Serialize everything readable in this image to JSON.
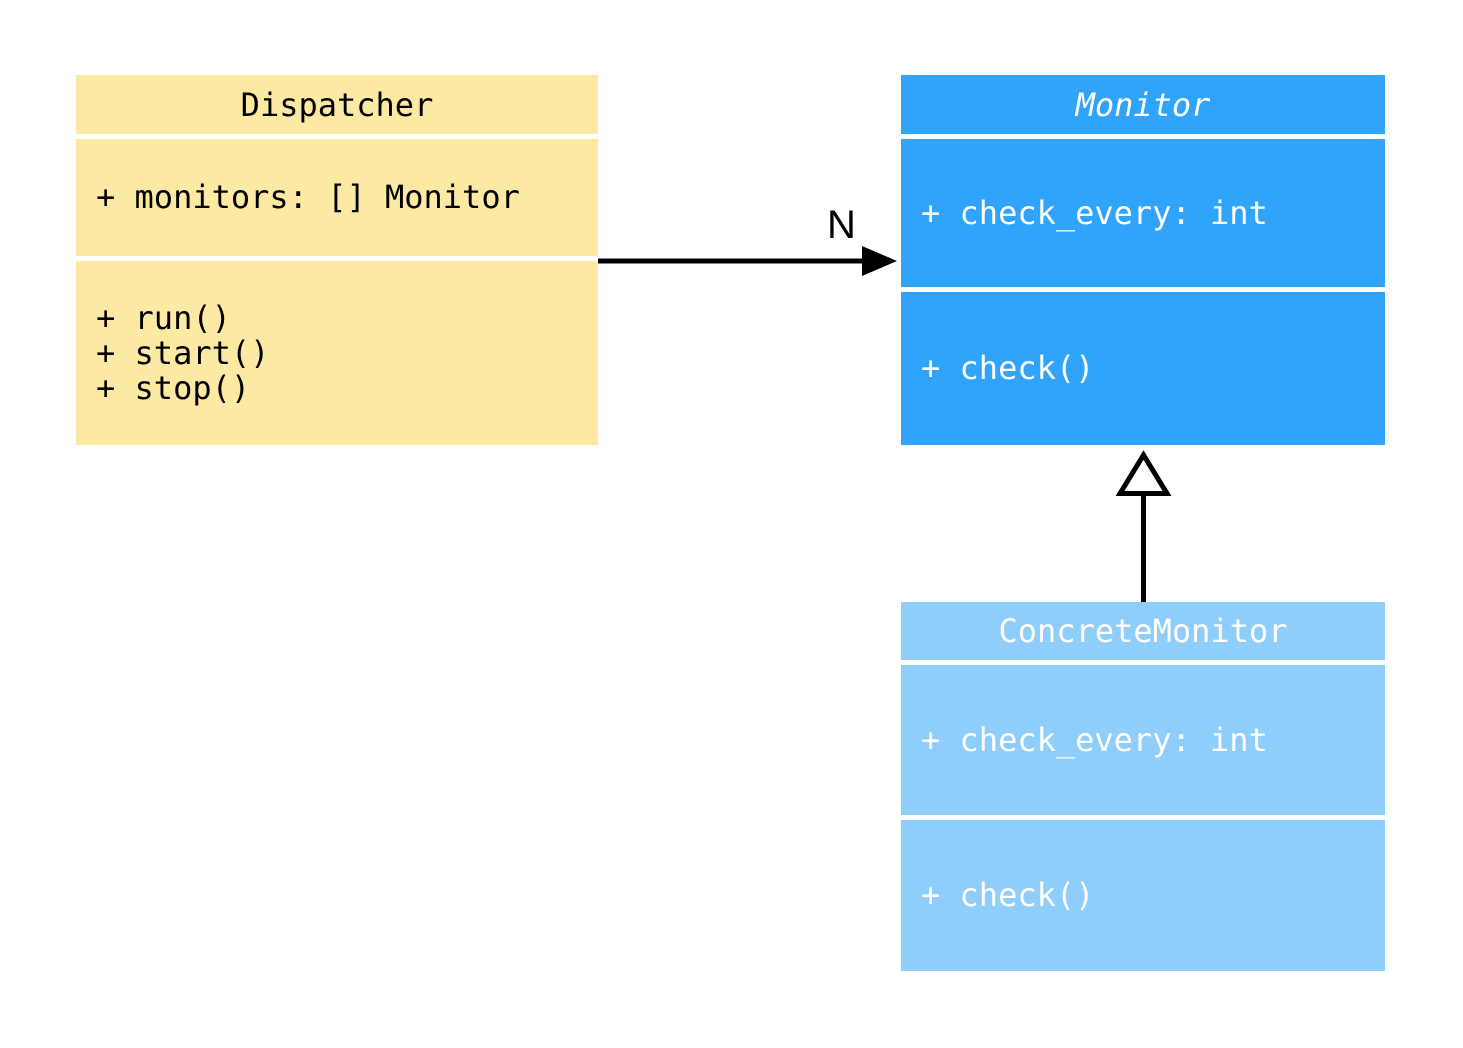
{
  "diagram_type": "uml-class-diagram",
  "background": "#ffffff",
  "classes": [
    {
      "name": "Dispatcher",
      "bg": "#fce9a4",
      "text_color": "#000000",
      "attributes": [
        "+ monitors: [] Monitor"
      ],
      "methods": [
        "+ run()",
        "+ start()",
        "+ stop()"
      ]
    },
    {
      "name": "Monitor",
      "abstract": true,
      "bg": "#30a3fa",
      "text_color": "#ffffff",
      "attributes": [
        "+ check_every: int"
      ],
      "methods": [
        "+ check()"
      ]
    },
    {
      "name": "ConcreteMonitor",
      "abstract": false,
      "bg": "#8fcdfa",
      "text_color": "#ffffff",
      "attributes": [
        "+ check_every: int"
      ],
      "methods": [
        "+ check()"
      ]
    }
  ],
  "relationships": [
    {
      "from": "Dispatcher",
      "to": "Monitor",
      "type": "association",
      "label": "N",
      "color": "#000000"
    },
    {
      "from": "ConcreteMonitor",
      "to": "Monitor",
      "type": "inheritance",
      "color": "#000000"
    }
  ]
}
